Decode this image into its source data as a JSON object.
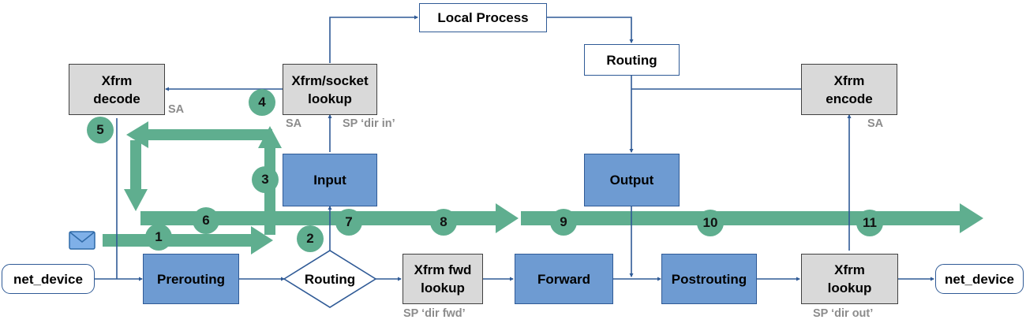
{
  "nodes": {
    "net_device_in": "net_device",
    "prerouting": "Prerouting",
    "routing_decision": "Routing",
    "xfrm_fwd_lookup": "Xfrm fwd\nlookup",
    "forward": "Forward",
    "postrouting": "Postrouting",
    "xfrm_lookup": "Xfrm\nlookup",
    "net_device_out": "net_device",
    "input": "Input",
    "output": "Output",
    "xfrm_decode": "Xfrm\ndecode",
    "xfrm_socket_lookup": "Xfrm/socket\nlookup",
    "local_process": "Local Process",
    "routing_local": "Routing",
    "xfrm_encode": "Xfrm\nencode"
  },
  "labels": {
    "sa_decode": "SA",
    "sa_socket": "SA",
    "sp_dir_in": "SP ‘dir in’",
    "sa_encode": "SA",
    "sp_dir_fwd": "SP ‘dir fwd’",
    "sp_dir_out": "SP ‘dir out’"
  },
  "steps": [
    "1",
    "2",
    "3",
    "4",
    "5",
    "6",
    "7",
    "8",
    "9",
    "10",
    "11"
  ],
  "colors": {
    "flow_arrow": "#5fae8f",
    "connector": "#2f5a96",
    "hook_box": "#6e9bd2",
    "xfrm_box": "#d9d9d9",
    "label_gray": "#8c8c8c"
  },
  "icons": {
    "packet": "envelope-icon"
  }
}
